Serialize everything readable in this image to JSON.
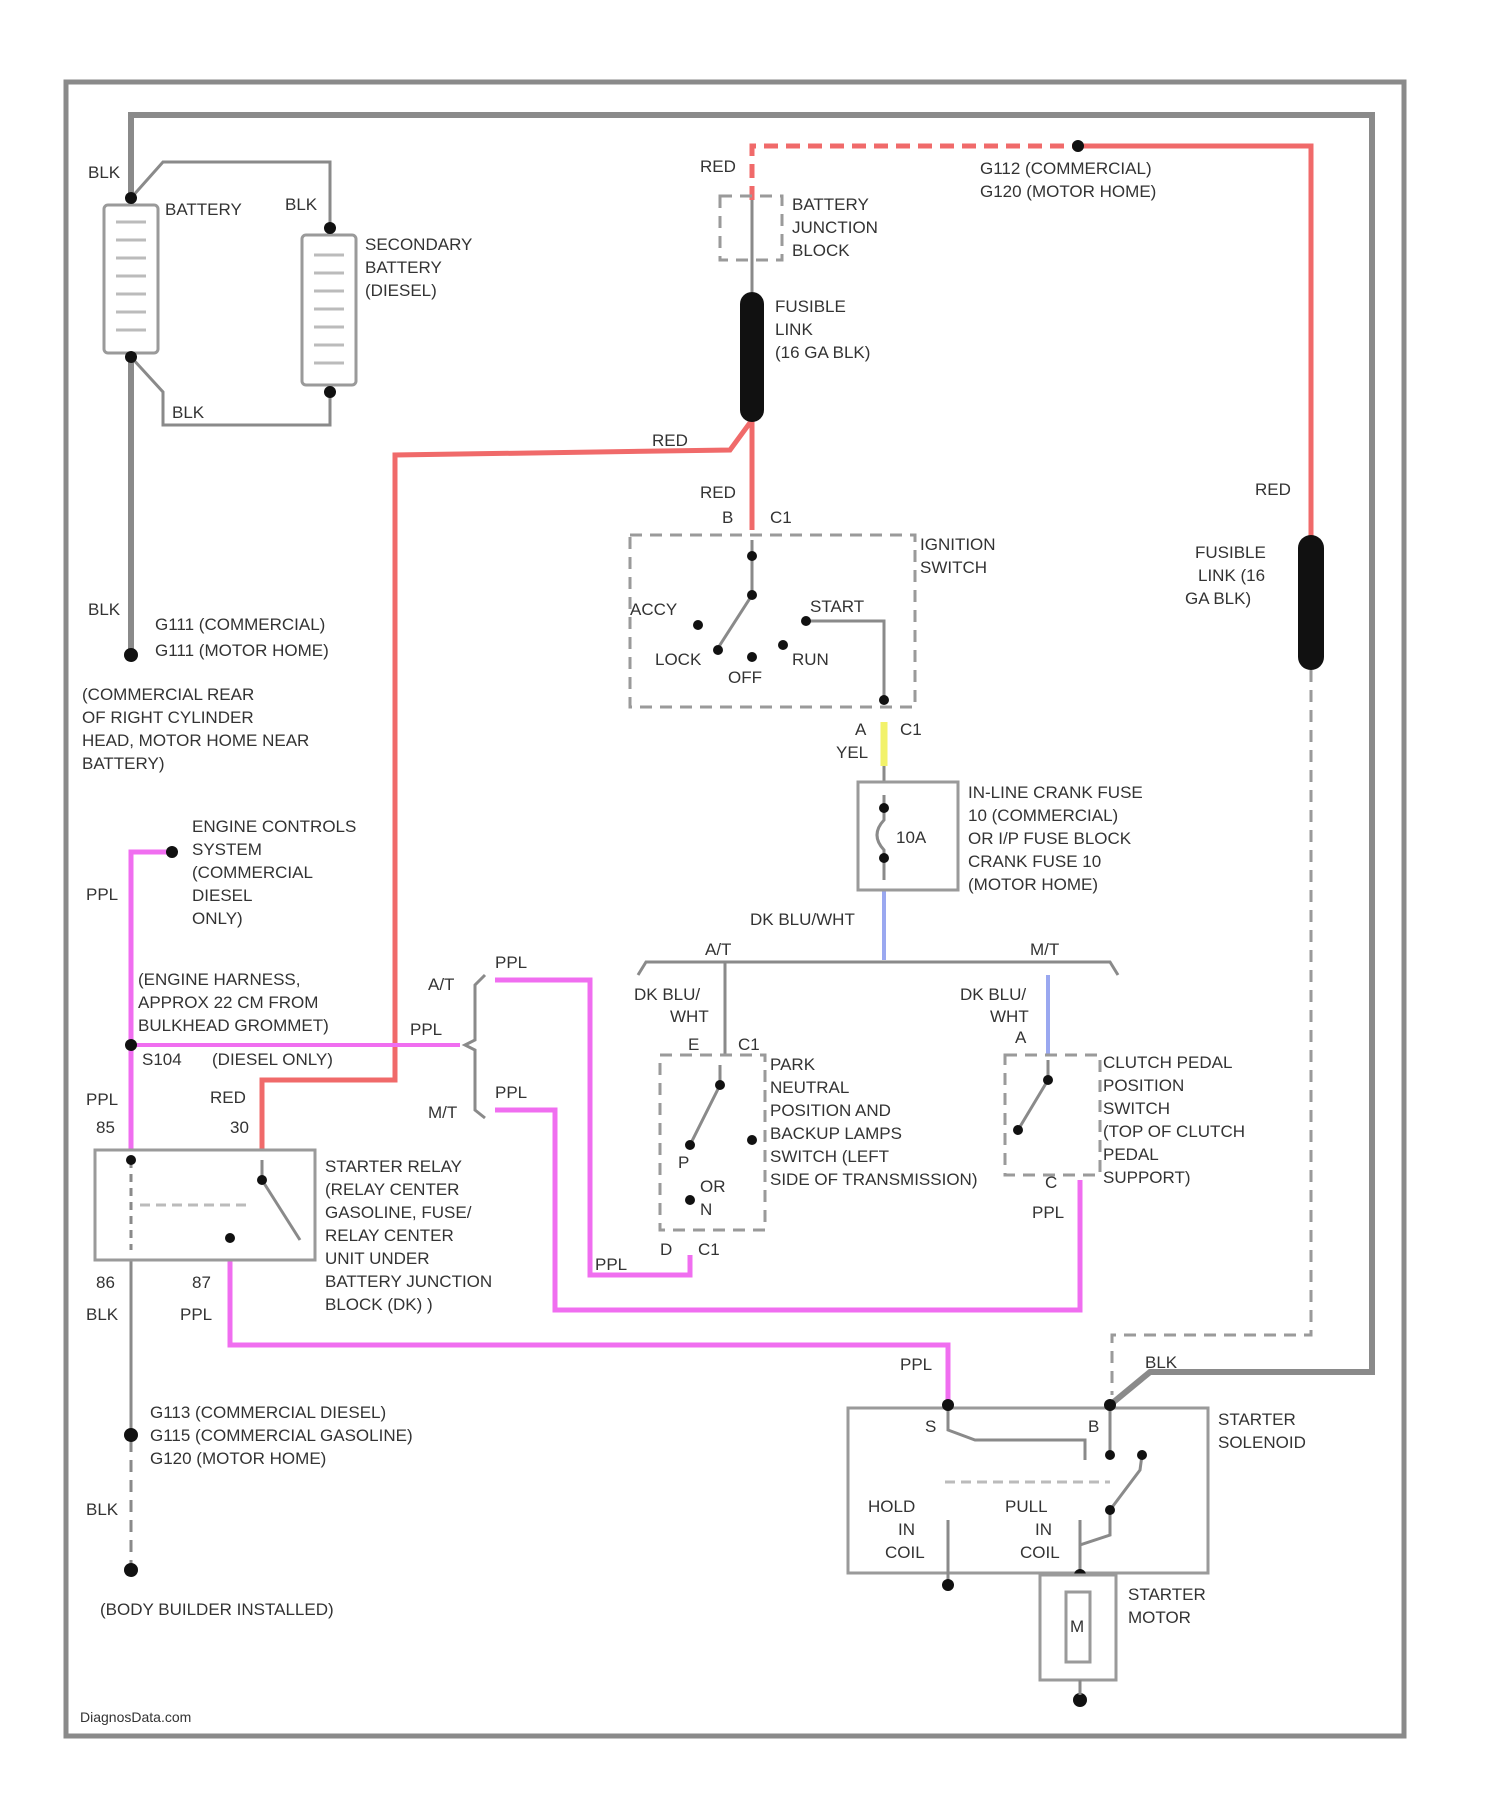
{
  "colors": {
    "gray": "#8a8a8a",
    "red": "#f06a6a",
    "pink": "#f06ef0",
    "yellow": "#f2f26a",
    "blue": "#9aa8f0"
  },
  "wire_colors": {
    "blk_top": "BLK",
    "blk_mid": "BLK",
    "blk_g111": "BLK",
    "blk_relay": "BLK",
    "blk_body": "BLK",
    "blk_starter": "BLK",
    "red_bjb": "RED",
    "red_fusible": "RED",
    "red_ign": "RED",
    "red_right": "RED",
    "red_relay": "RED",
    "yel": "YEL",
    "dk_blu_wht": "DK BLU/WHT",
    "dk_blu_wht_nsw": "DK BLU/ WHT",
    "dk_blu_wht_cpp": "DK BLU/ WHT",
    "ppl_ecs": "PPL",
    "ppl_at": "PPL",
    "ppl_mid": "PPL",
    "ppl_mt": "PPL",
    "ppl_relay": "PPL",
    "ppl_nsw": "PPL",
    "ppl_cpp": "PPL",
    "ppl_87": "PPL",
    "ppl_solenoid": "PPL"
  },
  "components": {
    "battery": "BATTERY",
    "secondary_battery": [
      "SECONDARY",
      "BATTERY",
      "(DIESEL)"
    ],
    "battery_junction_block": [
      "BATTERY",
      "JUNCTION",
      "BLOCK"
    ],
    "fusible_link_1": [
      "FUSIBLE",
      "LINK",
      "(16 GA BLK)"
    ],
    "fusible_link_2": [
      "FUSIBLE",
      "LINK (16",
      "GA BLK)"
    ],
    "ignition_switch": [
      "IGNITION",
      "SWITCH"
    ],
    "ignition_positions": {
      "acc": "ACCY",
      "lock": "LOCK",
      "off": "OFF",
      "run": "RUN",
      "start": "START"
    },
    "crank_fuse": [
      "IN-LINE CRANK FUSE",
      "10 (COMMERCIAL)",
      "OR I/P FUSE BLOCK",
      "CRANK FUSE 10",
      "(MOTOR HOME)"
    ],
    "fuse_rating": "10A",
    "engine_controls": [
      "ENGINE CONTROLS",
      "SYSTEM",
      "(COMMERCIAL",
      "DIESEL",
      "ONLY)"
    ],
    "engine_harness": [
      "(ENGINE HARNESS,",
      "APPROX 22 CM FROM",
      "BULKHEAD GROMMET)"
    ],
    "splice": "S104",
    "splice_note": "(DIESEL ONLY)",
    "starter_relay": [
      "STARTER RELAY",
      "(RELAY CENTER",
      "GASOLINE, FUSE/",
      "RELAY CENTER",
      "UNIT UNDER",
      "BATTERY JUNCTION",
      "BLOCK (DK) )"
    ],
    "nsw": [
      "PARK",
      "NEUTRAL",
      "POSITION AND",
      "BACKUP LAMPS",
      "SWITCH (LEFT",
      "SIDE OF TRANSMISSION)"
    ],
    "nsw_positions": {
      "p": "P",
      "or": "OR",
      "n": "N"
    },
    "cpp": [
      "CLUTCH PEDAL",
      "POSITION",
      "SWITCH",
      "(TOP OF CLUTCH",
      "PEDAL",
      "SUPPORT)"
    ],
    "starter_solenoid": [
      "STARTER",
      "SOLENOID"
    ],
    "hold_coil": [
      "HOLD",
      "IN",
      "COIL"
    ],
    "pull_coil": [
      "PULL",
      "IN",
      "COIL"
    ],
    "starter_motor": [
      "STARTER",
      "MOTOR"
    ],
    "motor_symbol": "M"
  },
  "grounds": {
    "g111": [
      "G111   (COMMERCIAL)",
      "G111   (MOTOR HOME)"
    ],
    "g111_loc": [
      "(COMMERCIAL REAR",
      "OF RIGHT CYLINDER",
      "HEAD, MOTOR HOME NEAR",
      "BATTERY)"
    ],
    "g113": [
      "G113 (COMMERCIAL DIESEL)",
      "G115 (COMMERCIAL GASOLINE)",
      "G120 (MOTOR HOME)"
    ],
    "body_builder": "(BODY BUILDER INSTALLED)",
    "g112": [
      "G112 (COMMERCIAL)",
      "G120 (MOTOR HOME)"
    ]
  },
  "pins": {
    "ign_b": "B",
    "ign_c1_top": "C1",
    "ign_a": "A",
    "ign_c1_bot": "C1",
    "nsw_e": "E",
    "nsw_c1_top": "C1",
    "nsw_d": "D",
    "nsw_c1_bot": "C1",
    "cpp_a": "A",
    "cpp_c": "C",
    "relay_85": "85",
    "relay_30": "30",
    "relay_86": "86",
    "relay_87": "87",
    "sol_s": "S",
    "sol_b": "B"
  },
  "transmission": {
    "at": "A/T",
    "mt": "M/T",
    "at_left": "A/T",
    "mt_left": "M/T"
  },
  "watermark": "DiagnosData.com"
}
